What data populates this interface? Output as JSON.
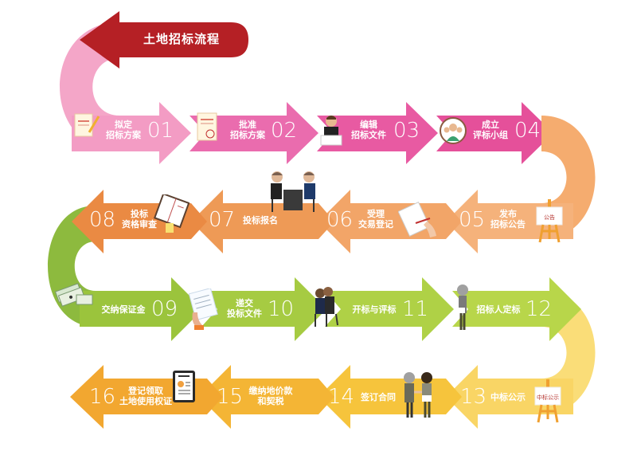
{
  "title": "土地招标流程",
  "colors": {
    "title_arrow": "#b52025",
    "row1_curve": "#f4a6c8",
    "row1_light": "#f39cc4",
    "row1_dark": "#e5509a",
    "row2_curve": "#f5ac6f",
    "row2_light": "#f5b27b",
    "row2_dark": "#ea8a43",
    "row3_curve": "#8dba3e",
    "row3_light": "#b8d64a",
    "row3_dark": "#9bc43c",
    "row4_curve": "#fadd78",
    "row4_light": "#f9d565",
    "row4_dark": "#f2a730"
  },
  "steps": [
    {
      "num": "01",
      "label_line1": "拟定",
      "label_line2": "招标方案",
      "icon": "document-pencil-icon"
    },
    {
      "num": "02",
      "label_line1": "批准",
      "label_line2": "招标方案",
      "icon": "approved-document-icon"
    },
    {
      "num": "03",
      "label_line1": "编辑",
      "label_line2": "招标文件",
      "icon": "man-at-laptop-icon"
    },
    {
      "num": "04",
      "label_line1": "成立",
      "label_line2": "评标小组",
      "icon": "group-people-icon"
    },
    {
      "num": "05",
      "label_line1": "发布",
      "label_line2": "招标公告",
      "icon": "easel-notice-icon",
      "sign": "公告"
    },
    {
      "num": "06",
      "label_line1": "受理",
      "label_line2": "交易登记",
      "icon": "hand-signing-icon"
    },
    {
      "num": "07",
      "label_line1": "投标报名",
      "label_line2": "",
      "icon": "meeting-desk-icon"
    },
    {
      "num": "08",
      "label_line1": "投标",
      "label_line2": "资格审查",
      "icon": "notebook-icon"
    },
    {
      "num": "09",
      "label_line1": "交纳保证金",
      "label_line2": "",
      "icon": "money-stack-icon"
    },
    {
      "num": "10",
      "label_line1": "递交",
      "label_line2": "投标文件",
      "icon": "hand-document-icon"
    },
    {
      "num": "11",
      "label_line1": "开标与评标",
      "label_line2": "",
      "icon": "seated-people-icon"
    },
    {
      "num": "12",
      "label_line1": "招标人定标",
      "label_line2": "",
      "icon": "standing-woman-icon"
    },
    {
      "num": "13",
      "label_line1": "中标公示",
      "label_line2": "",
      "icon": "easel-notice-icon",
      "sign": "中标公示"
    },
    {
      "num": "14",
      "label_line1": "签订合同",
      "label_line2": "",
      "icon": "handshake-icon"
    },
    {
      "num": "15",
      "label_line1": "缴纳地价款",
      "label_line2": "和契税",
      "icon": ""
    },
    {
      "num": "16",
      "label_line1": "登记领取",
      "label_line2": "土地使用权证",
      "icon": "certificate-icon"
    }
  ]
}
